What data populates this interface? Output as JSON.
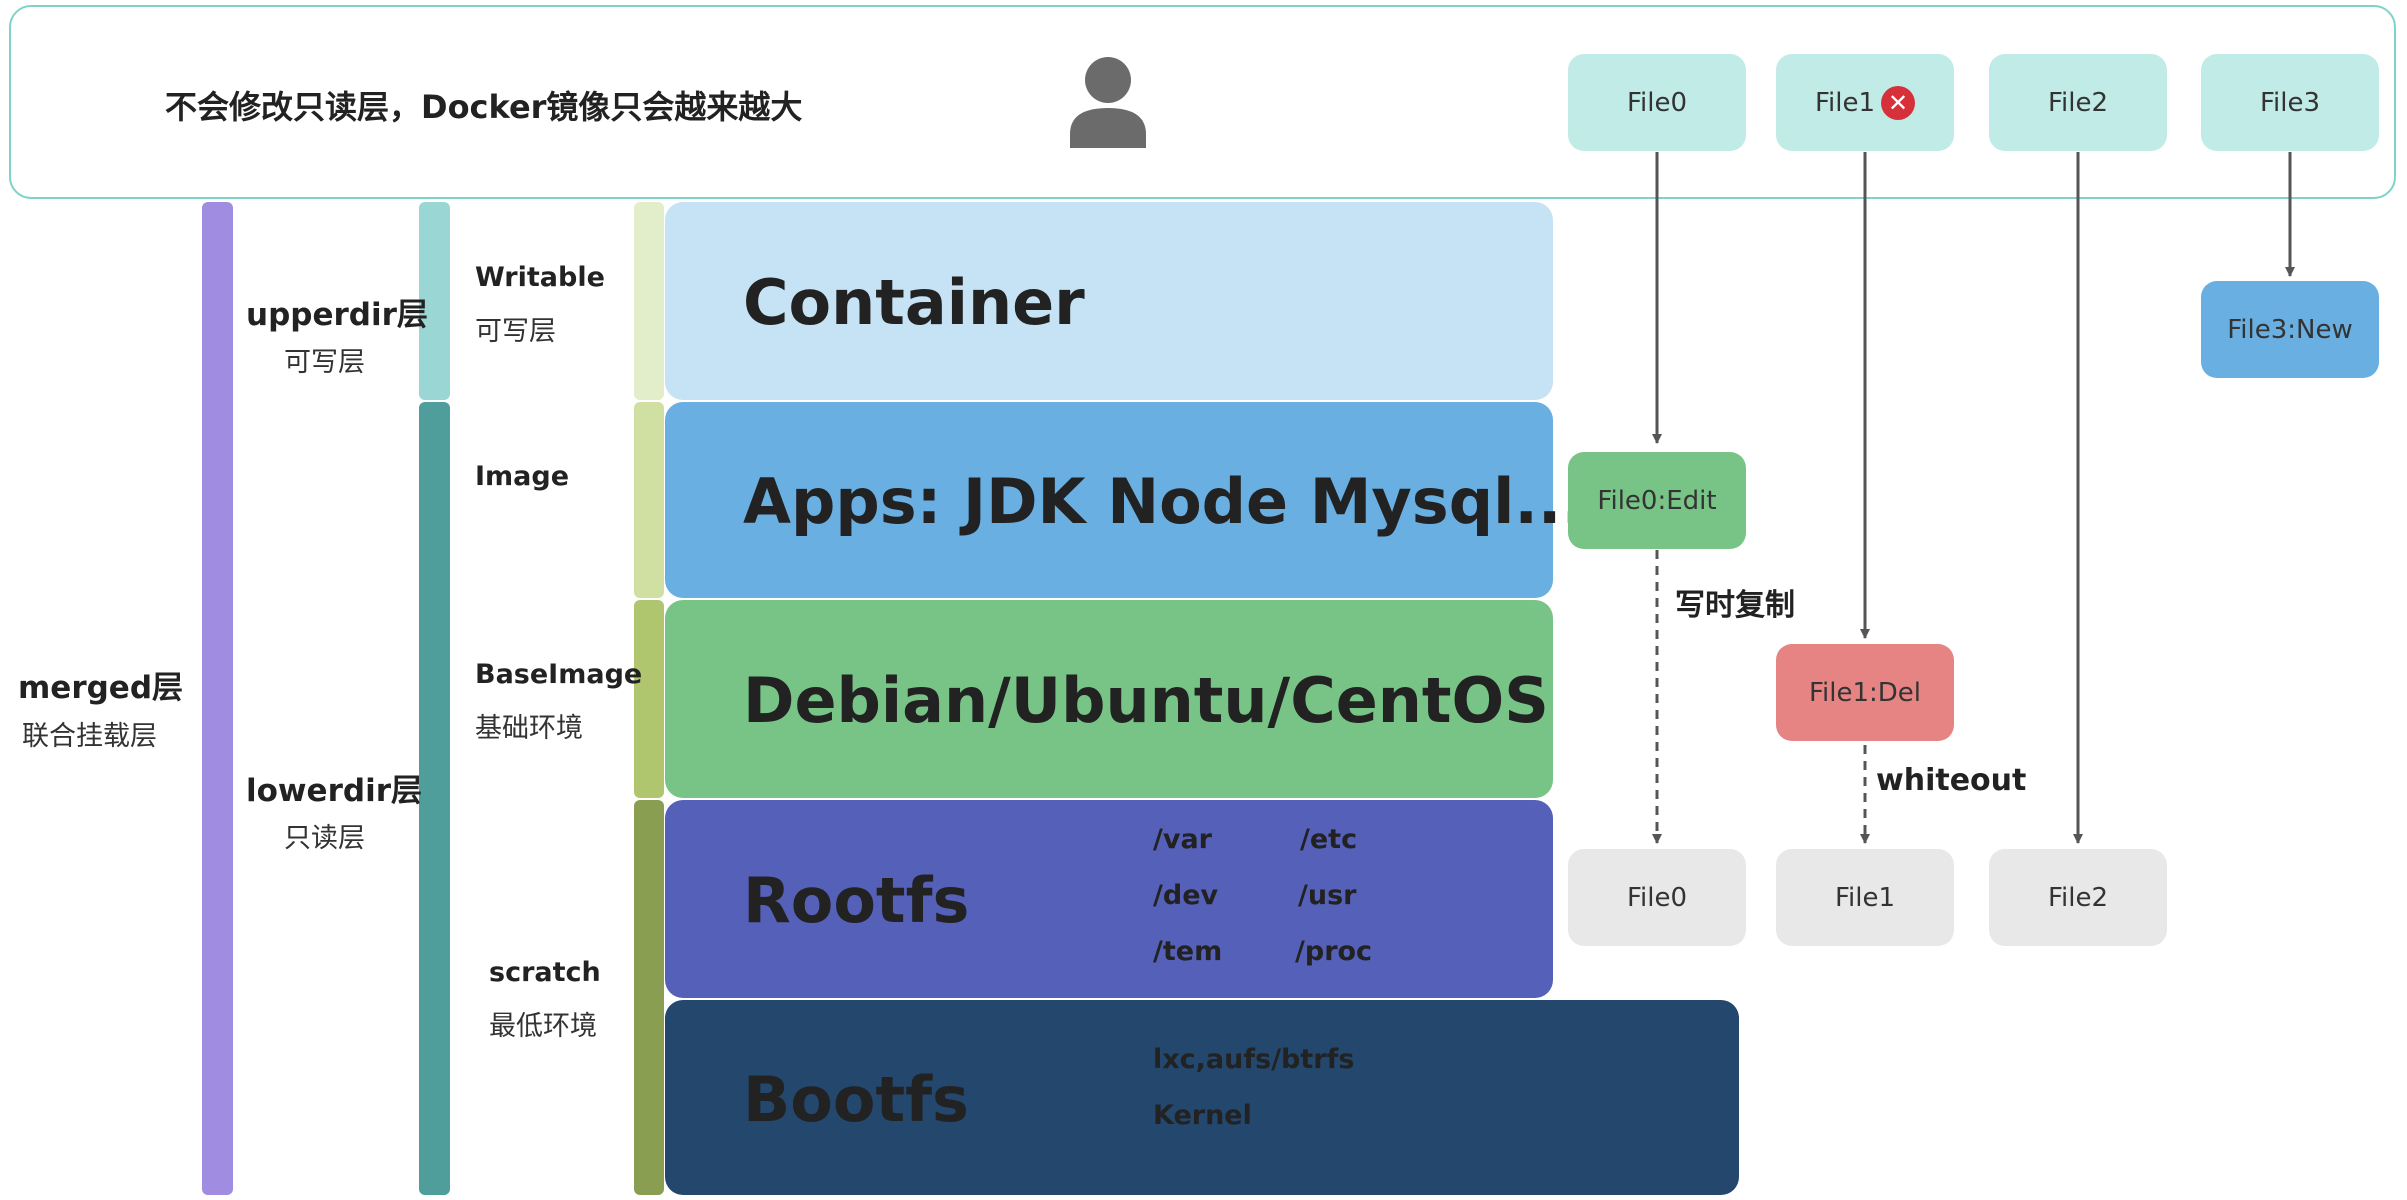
{
  "top_note": "不会修改只读层，Docker镜像只会越来越大",
  "icons": {
    "user": "user-icon",
    "delete_badge": "close-circle-icon"
  },
  "colors": {
    "frame_border": "#7ed3c9",
    "file_top": "#c0ebe6",
    "file_bottom": "#e8e8e8",
    "file_edit": "#78c486",
    "file_del": "#e68484",
    "file_new": "#69afe2",
    "container": "#c5e3f4",
    "apps": "#69afe2",
    "debian": "#78c486",
    "rootfs": "#5560b9",
    "bootfs": "#23476d",
    "merged_bar": "#a08ce0",
    "upper_bar": "#9ad6d4",
    "lower_bar": "#4f9e9b",
    "delete_badge": "#d6303a"
  },
  "top_files": [
    {
      "label": "File0"
    },
    {
      "label": "File1",
      "deleted": true
    },
    {
      "label": "File2"
    },
    {
      "label": "File3"
    }
  ],
  "middle_files": {
    "file0_edit": "File0:Edit",
    "file1_del": "File1:Del",
    "file3_new": "File3:New"
  },
  "bottom_files": [
    {
      "label": "File0"
    },
    {
      "label": "File1"
    },
    {
      "label": "File2"
    }
  ],
  "annotations": {
    "cow": "写时复制",
    "whiteout": "whiteout"
  },
  "merged": {
    "title": "merged层",
    "subtitle": "联合挂载层"
  },
  "upperdir": {
    "title": "upperdir层",
    "subtitle": "可写层"
  },
  "lowerdir": {
    "title": "lowerdir层",
    "subtitle": "只读层"
  },
  "layer_labels": {
    "writable": {
      "title": "Writable",
      "subtitle": "可写层"
    },
    "image": {
      "title": "Image"
    },
    "baseimage": {
      "title": "BaseImage",
      "subtitle": "基础环境"
    },
    "scratch": {
      "title": "scratch",
      "subtitle": "最低环境"
    }
  },
  "layers": {
    "container": "Container",
    "apps": "Apps: JDK Node Mysql...",
    "debian": "Debian/Ubuntu/CentOS",
    "rootfs": "Rootfs",
    "bootfs": "Bootfs"
  },
  "rootfs_dirs": [
    "/var",
    "/etc",
    "/dev",
    "/usr",
    "/tem",
    "/proc"
  ],
  "bootfs_items": [
    "lxc,aufs/btrfs",
    "Kernel"
  ]
}
